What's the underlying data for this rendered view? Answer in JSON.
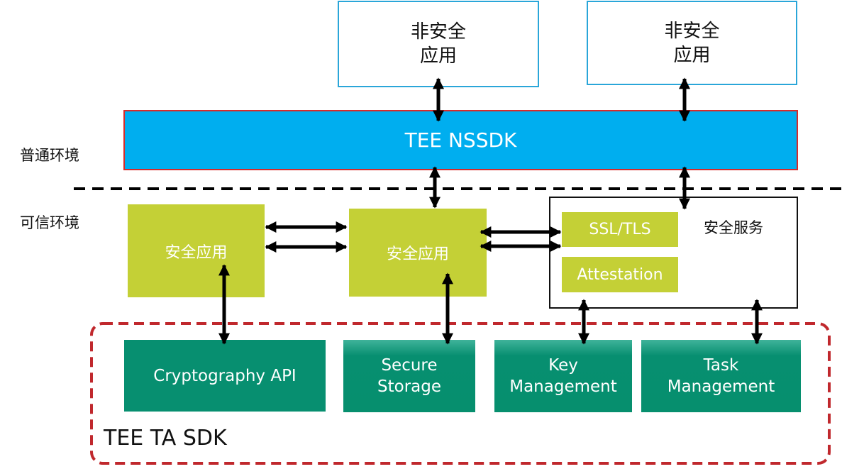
{
  "environments": {
    "normal_label": "普通环境",
    "trusted_label": "可信环境"
  },
  "apps": {
    "left_line1": "非安全",
    "left_line2": "应用",
    "right_line1": "非安全",
    "right_line2": "应用"
  },
  "nssdk": {
    "label": "TEE NSSDK"
  },
  "trusted_apps": {
    "left": "安全应用",
    "middle": "安全应用"
  },
  "security_services": {
    "title": "安全服务",
    "items": [
      "SSL/TLS",
      "Attestation"
    ]
  },
  "ta_sdk": {
    "title": "TEE TA SDK",
    "crypto": "Cryptography API",
    "secure_storage_line1": "Secure",
    "secure_storage_line2": "Storage",
    "key_mgmt_line1": "Key",
    "key_mgmt_line2": "Management",
    "task_mgmt_line1": "Task",
    "task_mgmt_line2": "Management"
  },
  "colors": {
    "app_border": "#2aa6d9",
    "nssdk_fill": "#00aeef",
    "nssdk_border": "#d62b2b",
    "trusted_fill": "#c4d036",
    "sdk_fill": "#078f70",
    "sdk_border": "#c0282d"
  }
}
